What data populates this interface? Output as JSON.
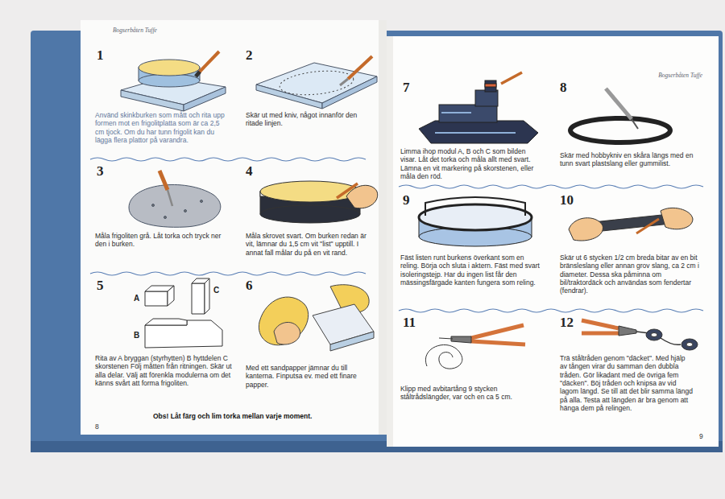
{
  "diagram": {
    "nodes": [
      {
        "text": [
          "Bogserbåten Tuffe"
        ]
      },
      {
        "text": [
          "Bogserbåten Tuffe"
        ]
      }
    ],
    "labels": [
      "1",
      "Använd skinkburken som mått och rita upp formen mot en frigolitplatta som är ca 2,5 cm tjock. Om du har tunn frigolit kan du lägga flera plattor på varandra.",
      "2",
      "Skär ut med kniv, något innanför den ritade linjen.",
      "3",
      "Måla frigoliten grå. Låt torka och tryck ner den i burken.",
      "4",
      "Måla skrovet svart. Om burken redan är vit, lämnar du 1,5 cm vit \"list\" upptill. I annat fall målar du på en vit rand.",
      "5",
      "A",
      "C",
      "B",
      "Rita av A bryggan (styrhytten) B hyttdelen C skorstenen Följ måtten från ritningen. Skär ut alla delar. Välj att förenkla modulerna om det känns svårt att forma frigoliten.",
      "6",
      "Med ett sandpapper jämnar du till kanterna. Finputsa ev. med ett finare papper.",
      "Obs! Låt färg och lim torka mellan varje moment.",
      "8",
      "7",
      "Limma ihop modul A, B och C som bilden visar. Låt det torka och måla allt med svart. Lämna en vit markering på skorstenen, eller måla den röd.",
      "8",
      "Skär med hobbykniv en skåra längs med en tunn svart plastslang eller gummilist.",
      "9",
      "Fäst listen runt burkens överkant som en reling. Börja och sluta i aktern. Fäst med svart isoleringstejp. Har du ingen list får den mässingsfärgade kanten fungera som reling.",
      "10",
      "Skär ut 6 stycken 1/2 cm breda bitar av en bit bränsleslang eller annan grov slang, ca 2 cm i diameter. Dessa ska påminna om bil/traktordäck och användas som fendertar (fendrar).",
      "11",
      "Klipp med avbitartång 9 stycken ståltrådslängder, var och en ca 5 cm.",
      "12",
      "Trä ståltråden genom \"däcket\". Med hjälp av tången virar du samman den dubbla tråden. Gör likadant med de övriga fem \"däcken\". Böj tråden och knipsa av vid lagom längd. Se till att det blir samma längd på alla. Testa att längden är bra genom att hänga dem på relingen.",
      "9"
    ]
  }
}
